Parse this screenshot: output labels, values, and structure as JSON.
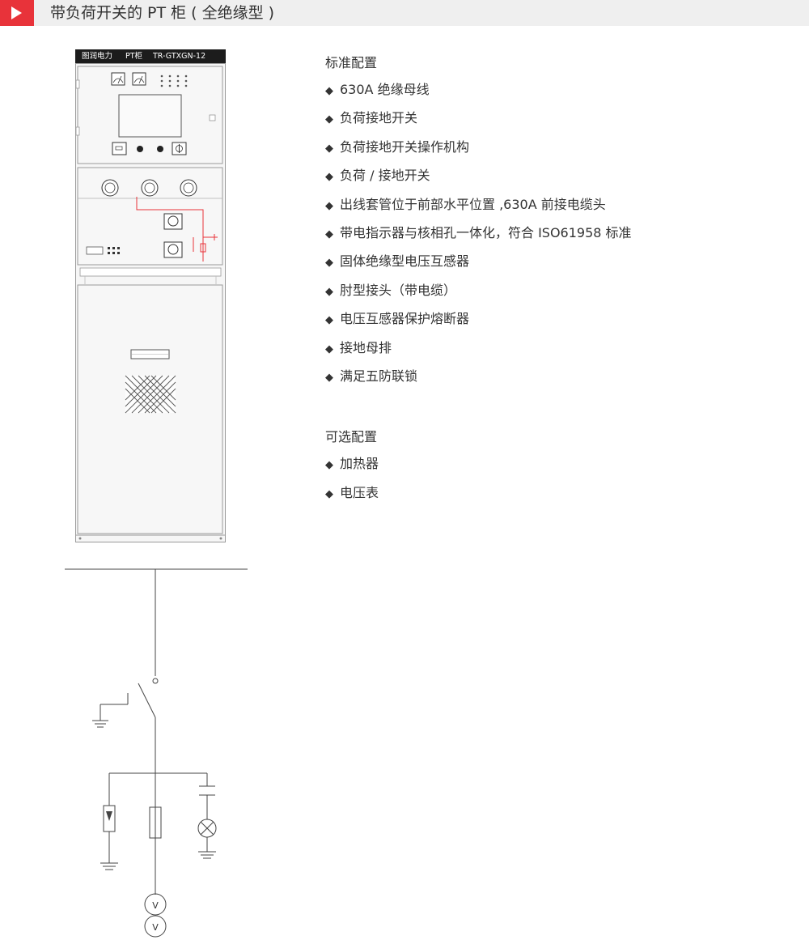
{
  "header": {
    "title": "带负荷开关的 PT 柜 ( 全绝缘型 )",
    "flag_color": "#e8333a"
  },
  "cabinet": {
    "brand": "图润电力",
    "type": "PT柜",
    "model": "TR-GTXGN-12",
    "lamp_colors": [
      "#e8333a"
    ]
  },
  "standard": {
    "heading": "标准配置",
    "items": [
      "630A 绝缘母线",
      "负荷接地开关",
      "负荷接地开关操作机构",
      "负荷 / 接地开关",
      "出线套管位于前部水平位置 ,630A 前接电缆头",
      "带电指示器与核相孔一体化，符合 ISO61958 标准",
      "固体绝缘型电压互感器",
      "肘型接头（带电缆）",
      "电压互感器保护熔断器",
      "接地母排",
      "满足五防联锁"
    ]
  },
  "optional": {
    "heading": "可选配置",
    "items": [
      "加热器",
      "电压表"
    ]
  },
  "diagram": {
    "v_label": "V"
  }
}
